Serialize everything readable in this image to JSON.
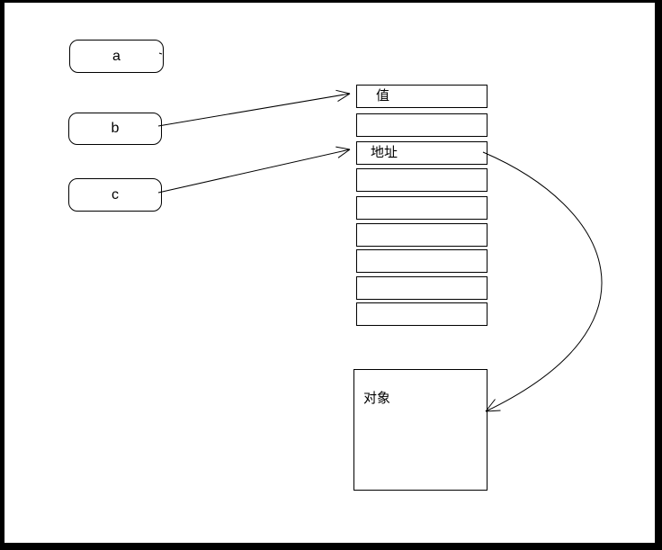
{
  "colors": {
    "line": "#000000",
    "background": "#ffffff",
    "frame": "#000000"
  },
  "variables": [
    {
      "id": "a",
      "label": "a"
    },
    {
      "id": "b",
      "label": "b"
    },
    {
      "id": "c",
      "label": "c"
    }
  ],
  "memory": {
    "cells": [
      {
        "label": "值"
      },
      {
        "label": ""
      },
      {
        "label": "地址"
      },
      {
        "label": ""
      },
      {
        "label": ""
      },
      {
        "label": ""
      },
      {
        "label": ""
      },
      {
        "label": ""
      },
      {
        "label": ""
      }
    ]
  },
  "object_box": {
    "label": "对象"
  }
}
